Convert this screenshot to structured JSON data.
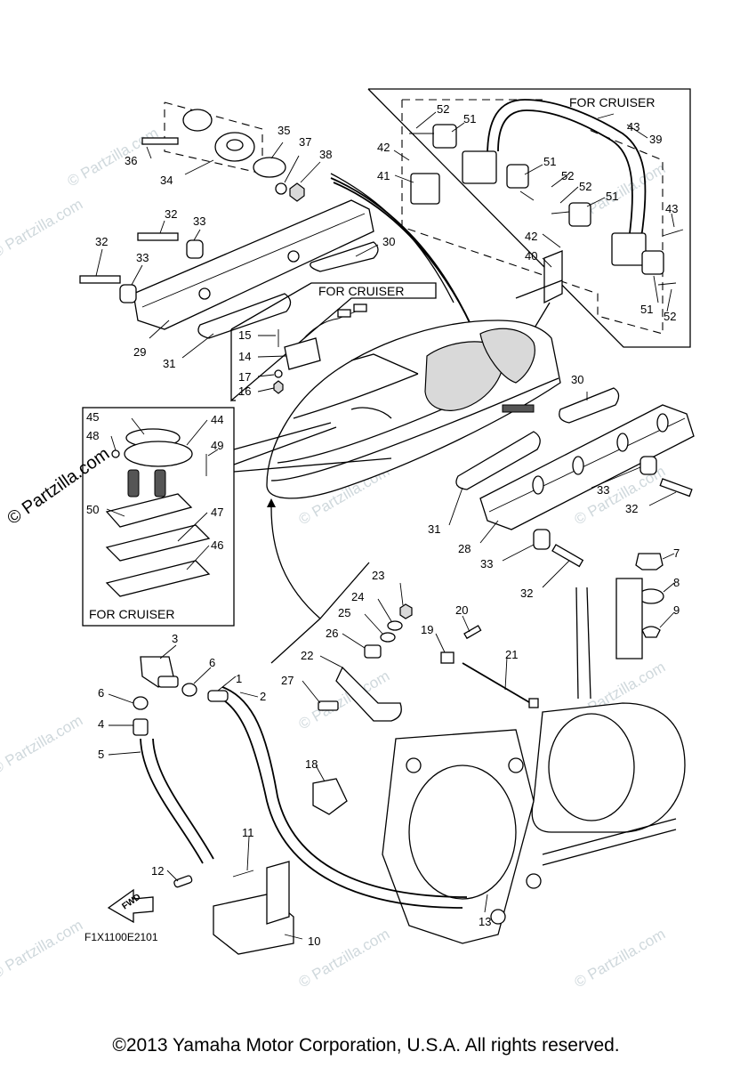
{
  "labels": {
    "box_cruiser_top": "FOR CRUISER",
    "box_cruiser_mid": "FOR CRUISER",
    "box_cruiser_left": "FOR CRUISER",
    "diagram_code": "F1X1100E2101",
    "fwd": "FWD"
  },
  "watermarks": {
    "main": "© Partzilla.com",
    "faint": "© Partzilla.com"
  },
  "callouts": {
    "c1": "1",
    "c2": "2",
    "c3": "3",
    "c4": "4",
    "c5": "5",
    "c6a": "6",
    "c6b": "6",
    "c7": "7",
    "c8": "8",
    "c9": "9",
    "c10": "10",
    "c11": "11",
    "c12": "12",
    "c13": "13",
    "c14": "14",
    "c15": "15",
    "c16": "16",
    "c17": "17",
    "c18": "18",
    "c19": "19",
    "c20": "20",
    "c21": "21",
    "c22": "22",
    "c23": "23",
    "c24": "24",
    "c25": "25",
    "c26": "26",
    "c27": "27",
    "c28": "28",
    "c29": "29",
    "c30a": "30",
    "c30b": "30",
    "c31a": "31",
    "c31b": "31",
    "c32a": "32",
    "c32b": "32",
    "c32c": "32",
    "c32d": "32",
    "c33a": "33",
    "c33b": "33",
    "c33c": "33",
    "c33d": "33",
    "c34": "34",
    "c35": "35",
    "c36": "36",
    "c37": "37",
    "c38": "38",
    "c39": "39",
    "c40": "40",
    "c41": "41",
    "c42a": "42",
    "c42b": "42",
    "c43a": "43",
    "c43b": "43",
    "c44": "44",
    "c45": "45",
    "c46": "46",
    "c47": "47",
    "c48": "48",
    "c49": "49",
    "c50": "50",
    "c51a": "51",
    "c51b": "51",
    "c51c": "51",
    "c51d": "51",
    "c52a": "52",
    "c52b": "52",
    "c52c": "52",
    "c52d": "52"
  },
  "copyright": "©2013  Yamaha Motor Corporation, U.S.A. All rights reserved."
}
